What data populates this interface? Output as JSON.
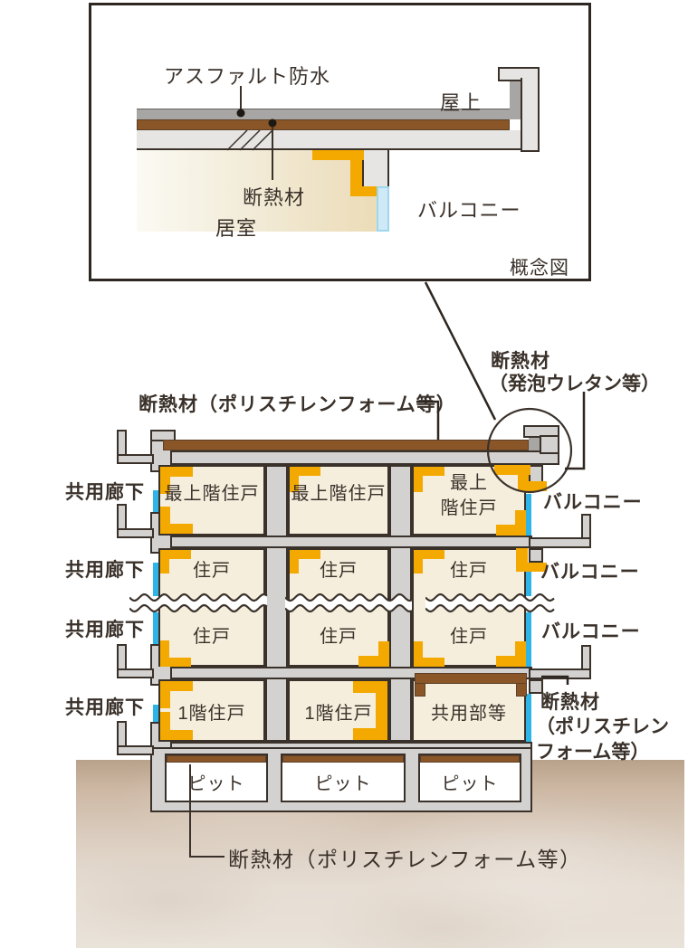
{
  "detail_box": {
    "waterproof_label": "アスファルト防水",
    "rooftop_label": "屋上",
    "insulation_label": "断熱材",
    "room_label": "居室",
    "balcony_label": "バルコニー",
    "caption": "概念図"
  },
  "annotations": {
    "roof_insulation_label": "断熱材（ポリスチレンフォーム等）",
    "corner_line1": "断熱材",
    "corner_line2": "（発泡ウレタン等）",
    "side_line1": "断熱材",
    "side_line2": "（ポリスチレン",
    "side_line3": "フォーム等）",
    "pit_insulation_label": "断熱材（ポリスチレンフォーム等）"
  },
  "corridor_labels": [
    "共用廊下",
    "共用廊下",
    "共用廊下",
    "共用廊下"
  ],
  "balcony_labels": [
    "バルコニー",
    "バルコニー",
    "バルコニー"
  ],
  "building": {
    "top_floor_units": [
      "最上階住戸",
      "最上階住戸"
    ],
    "top_floor_unit_wrapped": [
      "最上",
      "階住戸"
    ],
    "middle_row2": [
      "住戸",
      "住戸",
      "住戸"
    ],
    "middle_row3": [
      "住戸",
      "住戸",
      "住戸"
    ],
    "ground_floor": [
      "1階住戸",
      "1階住戸",
      "共用部等"
    ],
    "pits": [
      "ピット",
      "ピット",
      "ピット"
    ]
  },
  "colors": {
    "outline": "#3a312a",
    "concrete": "#d3d2d0",
    "concrete_light": "#e6e5e3",
    "waterproof_gray": "#a7a6a4",
    "insulation_brown": "#8a5527",
    "insulation_orange": "#f4a900",
    "cell_beige": "#f6eedd",
    "window_cyan": "#2eb5e8",
    "window_blue_light": "#cfe9f6",
    "ground_tan": "#c8b19b"
  }
}
